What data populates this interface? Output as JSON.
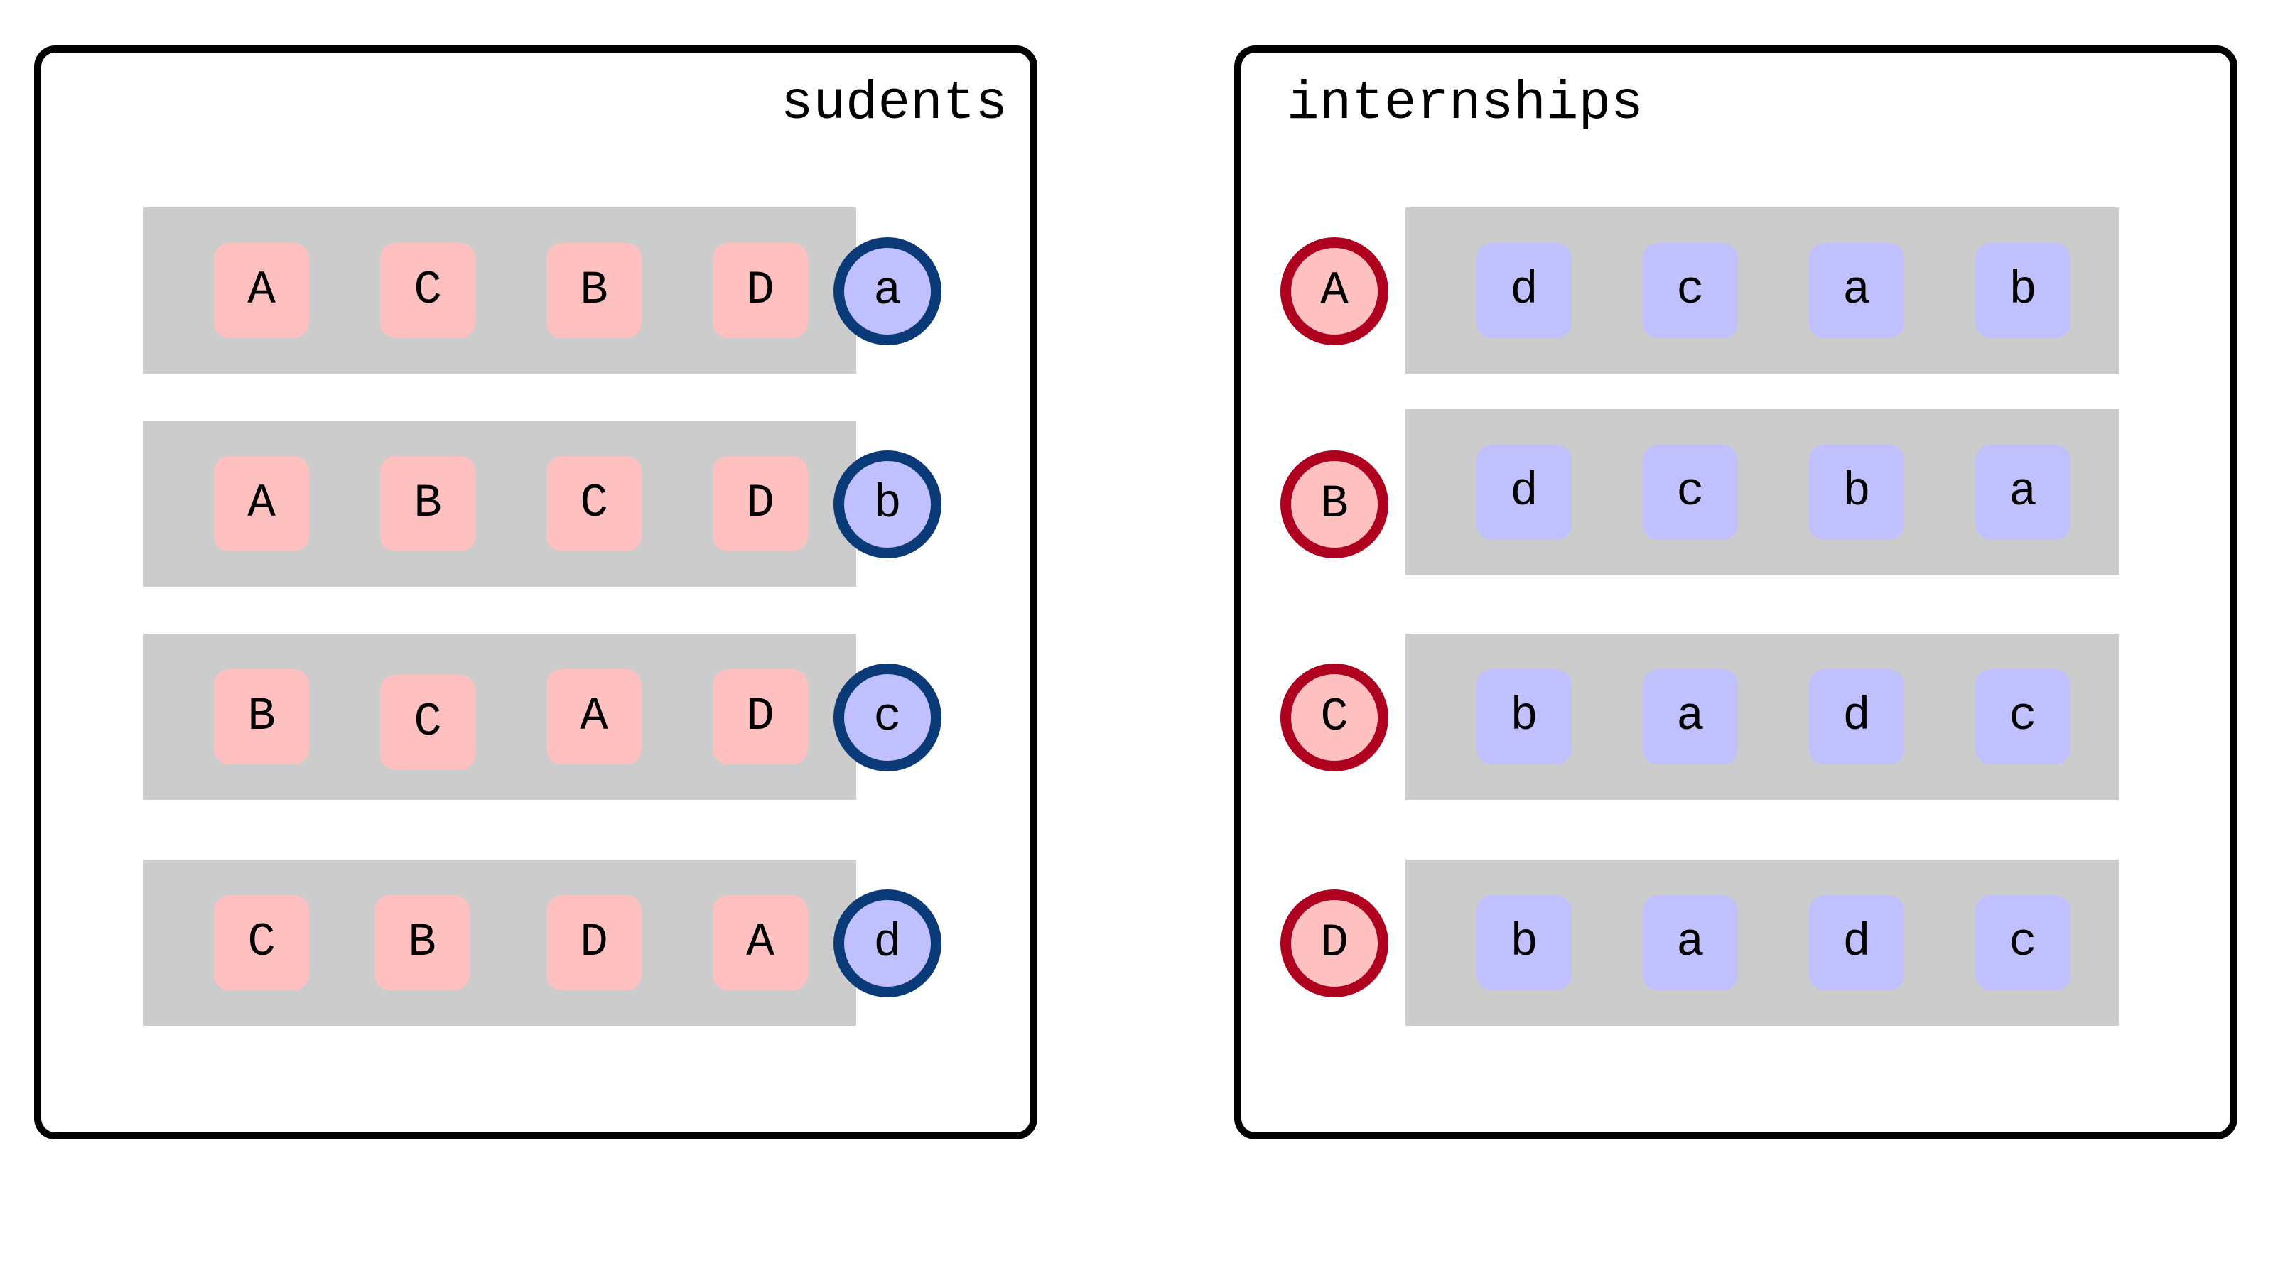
{
  "students_panel": {
    "title": "sudents",
    "rows": [
      {
        "owner": "a",
        "prefs": [
          "A",
          "C",
          "B",
          "D"
        ]
      },
      {
        "owner": "b",
        "prefs": [
          "A",
          "B",
          "C",
          "D"
        ]
      },
      {
        "owner": "c",
        "prefs": [
          "B",
          "C",
          "A",
          "D"
        ]
      },
      {
        "owner": "d",
        "prefs": [
          "C",
          "B",
          "D",
          "A"
        ]
      }
    ]
  },
  "internships_panel": {
    "title": "internships",
    "rows": [
      {
        "owner": "A",
        "prefs": [
          "d",
          "c",
          "a",
          "b"
        ]
      },
      {
        "owner": "B",
        "prefs": [
          "d",
          "c",
          "b",
          "a"
        ]
      },
      {
        "owner": "C",
        "prefs": [
          "b",
          "a",
          "d",
          "c"
        ]
      },
      {
        "owner": "D",
        "prefs": [
          "b",
          "a",
          "d",
          "c"
        ]
      }
    ]
  },
  "colors": {
    "student_chip": "#c0c0ff",
    "student_ring": "#0b3a78",
    "internship_chip": "#ffc0c0",
    "internship_ring": "#b00020",
    "row_background": "#cccccc"
  }
}
